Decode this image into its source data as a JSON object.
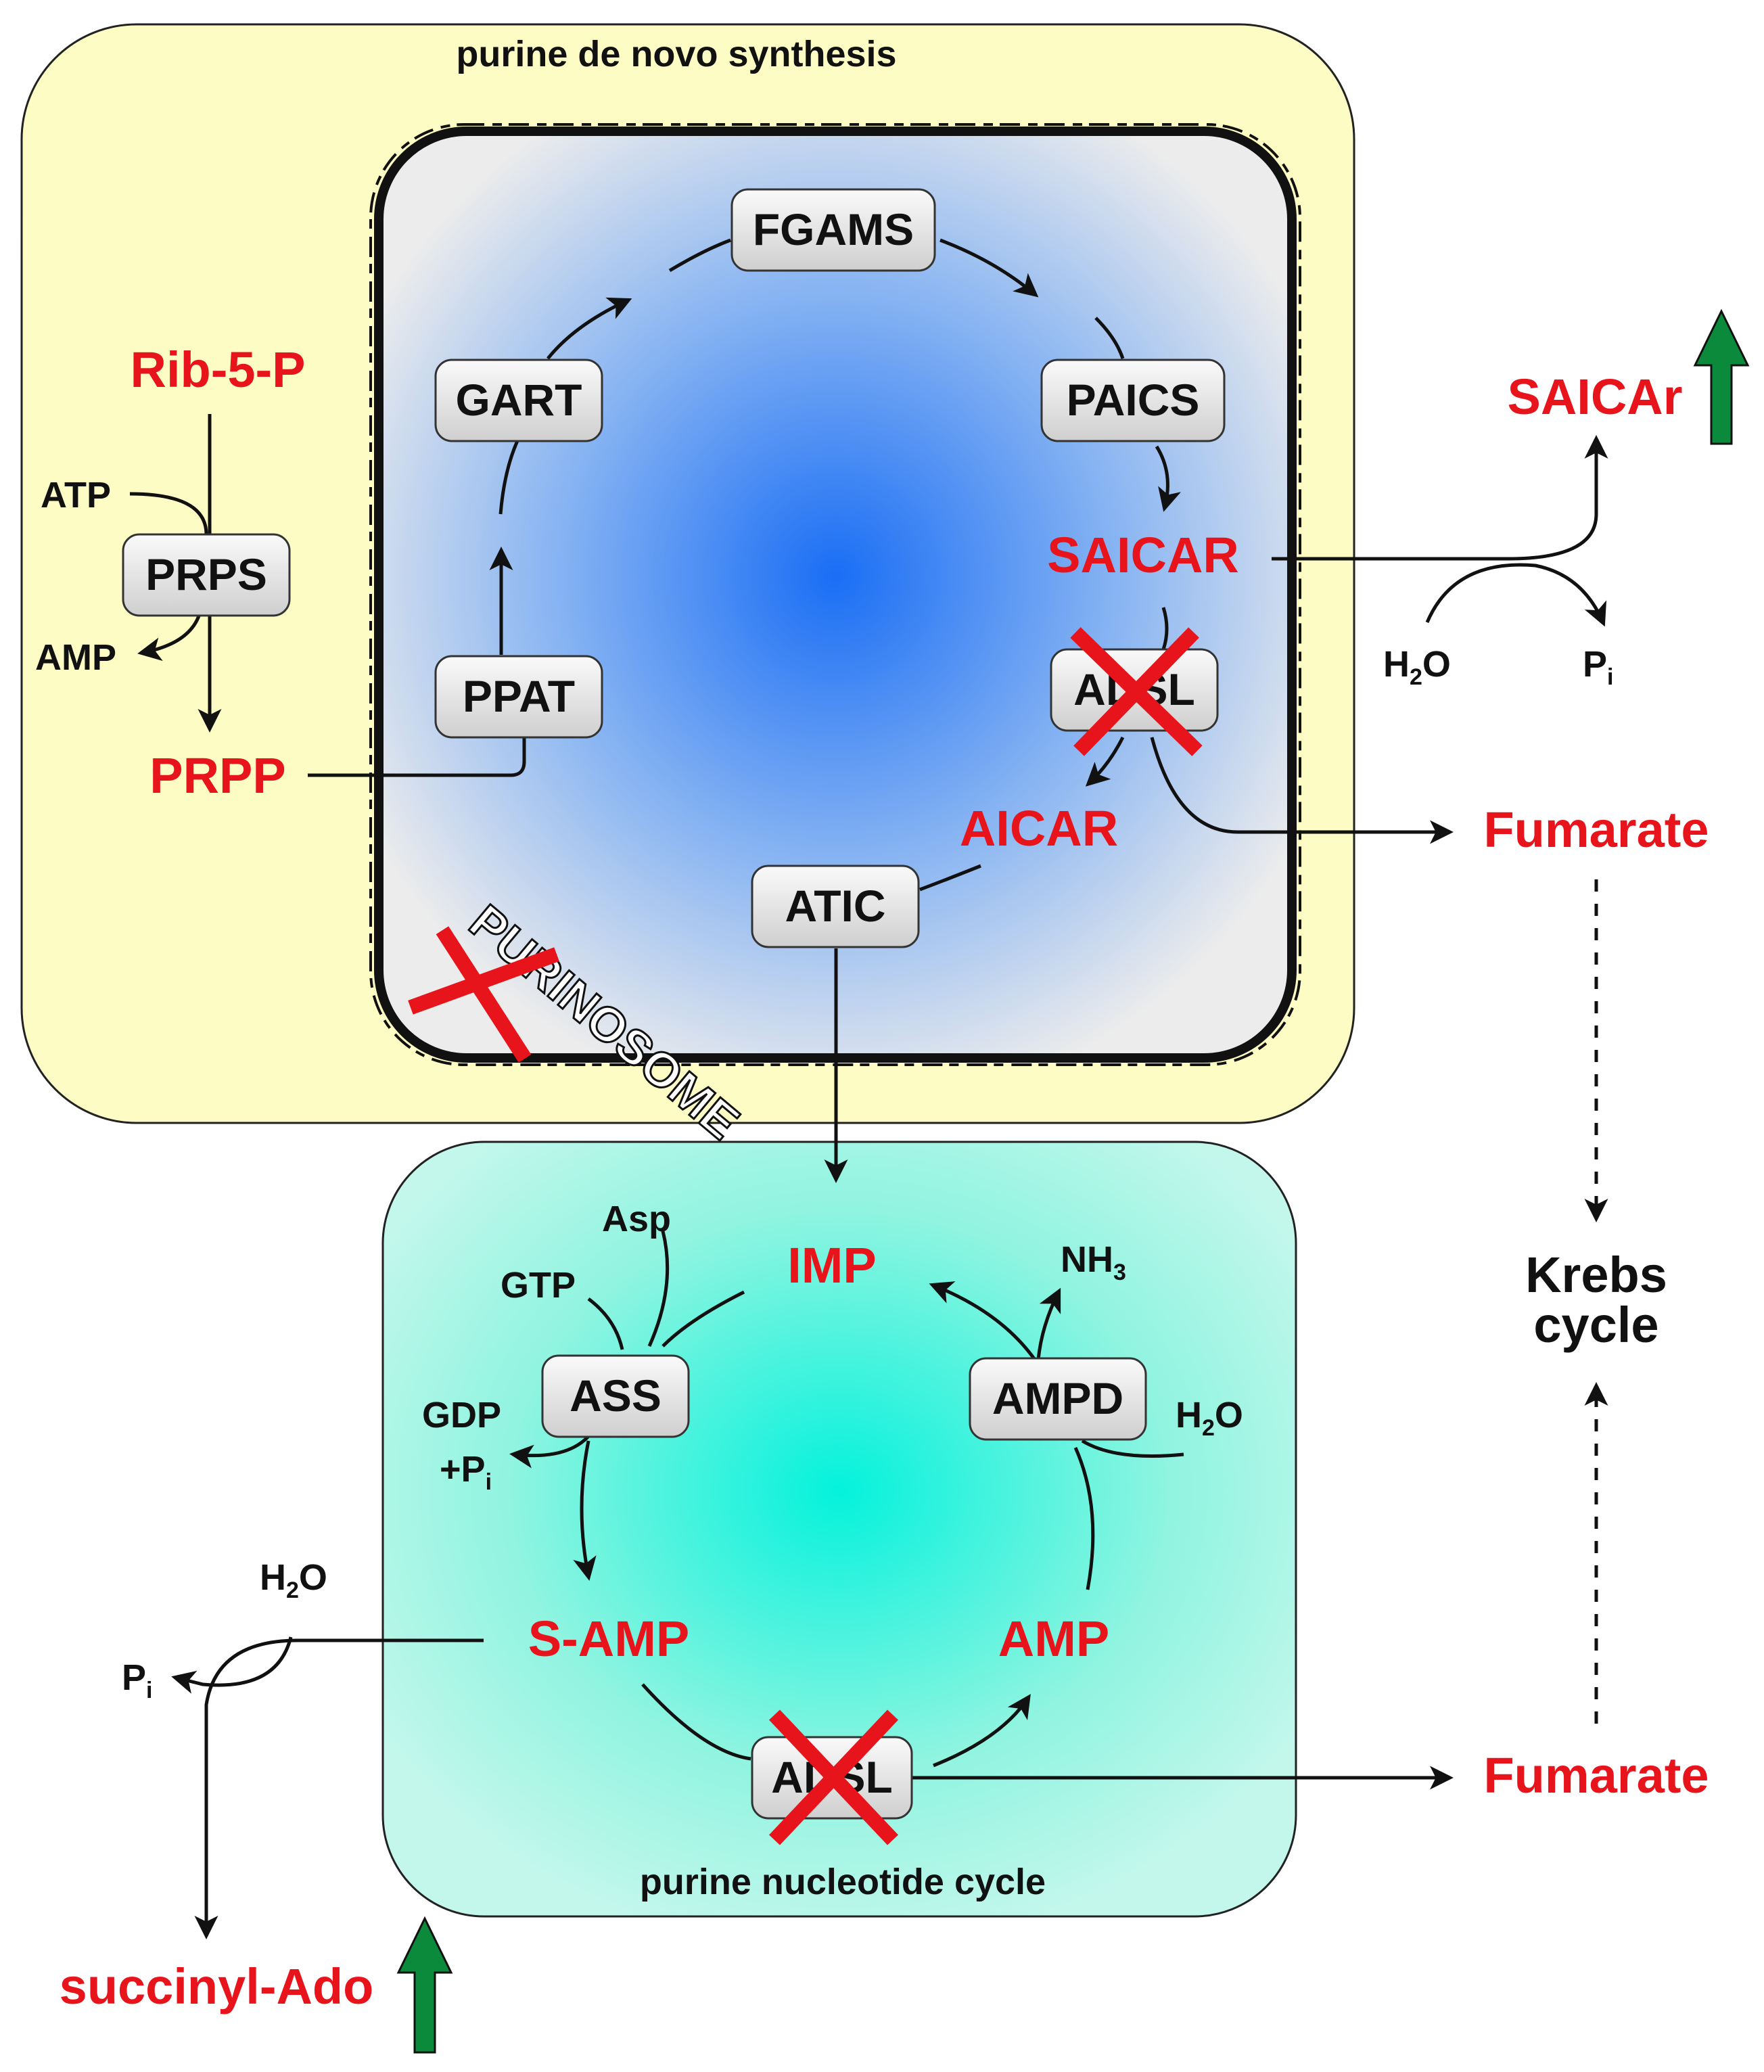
{
  "compartments": {
    "de_novo_title": "purine de novo synthesis",
    "pnc_title": "purine nucleotide cycle",
    "purinosome_label": "PURINOSOME"
  },
  "enzymes": {
    "fgams": "FGAMS",
    "gart": "GART",
    "paics": "PAICS",
    "prps": "PRPS",
    "ppat": "PPAT",
    "adsl_denovo": "ADSL",
    "atic": "ATIC",
    "ass": "ASS",
    "ampd": "AMPD",
    "adsl_pnc": "ADSL"
  },
  "metabolites": {
    "rib5p": "Rib-5-P",
    "prpp": "PRPP",
    "saicar": "SAICAR",
    "aicar": "AICAR",
    "saicar_riboside": "SAICAr",
    "fumarate_top": "Fumarate",
    "fumarate_bottom": "Fumarate",
    "imp": "IMP",
    "samp": "S-AMP",
    "amp": "AMP",
    "succinyl_ado": "succinyl-Ado"
  },
  "cofactors": {
    "atp": "ATP",
    "amp_side": "AMP",
    "h2o_a": {
      "base": "H",
      "sub": "2",
      "rest": "O"
    },
    "pi_a": {
      "base": "P",
      "sub": "i"
    },
    "asp": "Asp",
    "gtp": "GTP",
    "gdp": "GDP",
    "pi_plus": {
      "base": "+P",
      "sub": "i"
    },
    "nh3": {
      "base": "NH",
      "sub": "3"
    },
    "h2o_b": {
      "base": "H",
      "sub": "2",
      "rest": "O"
    },
    "h2o_c": {
      "base": "H",
      "sub": "2",
      "rest": "O"
    },
    "pi_c": {
      "base": "P",
      "sub": "i"
    }
  },
  "krebs": {
    "line1": "Krebs",
    "line2": "cycle"
  },
  "colors": {
    "metabolite_red": "#e8141c",
    "de_novo_bg": "#fdfcc4",
    "pnc_bg": "#7ef0d8",
    "purinosome_center": "#1a6ef5",
    "up_arrow_green": "#0c8a3c",
    "cross_red": "#e8141c"
  },
  "icons": [
    "up-arrow-icon",
    "cross-mark-icon",
    "reaction-arrow-icon"
  ]
}
